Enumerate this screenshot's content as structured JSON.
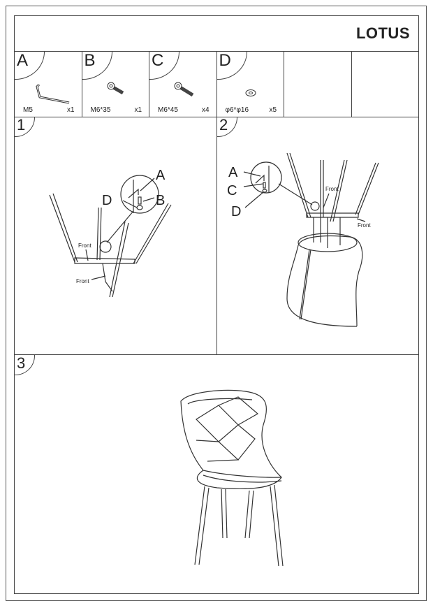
{
  "title": "LOTUS",
  "parts": [
    {
      "letter": "A",
      "spec": "M5",
      "qty": "x1",
      "icon": "allen-key-icon"
    },
    {
      "letter": "B",
      "spec": "M6*35",
      "qty": "x1",
      "icon": "bolt-icon"
    },
    {
      "letter": "C",
      "spec": "M6*45",
      "qty": "x4",
      "icon": "bolt-icon"
    },
    {
      "letter": "D",
      "spec": "φ6*φ16",
      "qty": "x5",
      "icon": "washer-icon"
    }
  ],
  "steps": [
    {
      "number": "1",
      "labels": {
        "a": "A",
        "b": "B",
        "d": "D",
        "front1": "Front",
        "front2": "Front"
      }
    },
    {
      "number": "2",
      "labels": {
        "a": "A",
        "c": "C",
        "d": "D",
        "front1": "Front",
        "front2": "Front"
      }
    },
    {
      "number": "3"
    }
  ]
}
